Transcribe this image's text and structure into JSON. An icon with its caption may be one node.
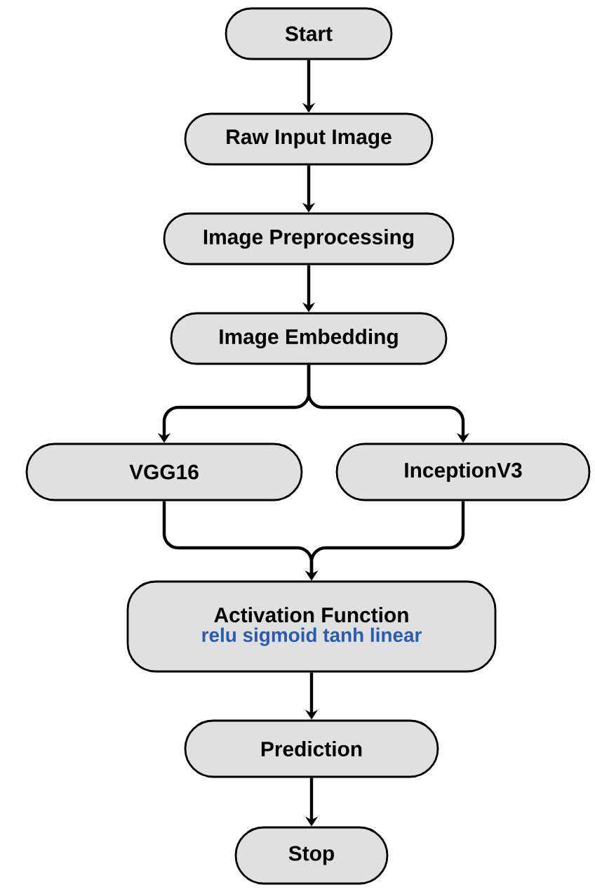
{
  "diagram": {
    "nodes": [
      {
        "text": [
          "Start"
        ]
      },
      {
        "text": [
          "Raw Input Image"
        ]
      },
      {
        "text": [
          "Image Preprocessing"
        ]
      },
      {
        "text": [
          "Image Embedding"
        ]
      },
      {
        "text": [
          "VGG16"
        ]
      },
      {
        "text": [
          "InceptionV3"
        ]
      },
      {
        "text": [
          "Activation Function",
          "relu sigmoid tanh linear"
        ]
      },
      {
        "text": [
          "Prediction"
        ]
      },
      {
        "text": [
          "Stop"
        ]
      }
    ],
    "edges": [
      {
        "from": 0,
        "to": 1,
        "arrow": "to"
      },
      {
        "from": 1,
        "to": 2,
        "arrow": "to"
      },
      {
        "from": 2,
        "to": 3,
        "arrow": "to"
      },
      {
        "from": 3,
        "to": 4,
        "arrow": "to"
      },
      {
        "from": 3,
        "to": 5,
        "arrow": "to"
      },
      {
        "from": 4,
        "to": 6,
        "arrow": "to"
      },
      {
        "from": 5,
        "to": 6,
        "arrow": "to"
      },
      {
        "from": 6,
        "to": 7,
        "arrow": "to"
      },
      {
        "from": 7,
        "to": 8,
        "arrow": "to"
      }
    ]
  }
}
